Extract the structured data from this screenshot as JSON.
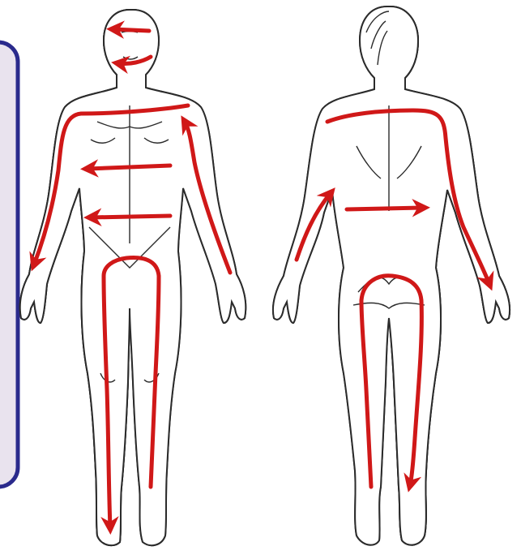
{
  "colors": {
    "background": "#ffffff",
    "panel_fill": "#e9e3ee",
    "panel_border": "#2a2a8c",
    "skin_shade": "#a9a9a9",
    "skin_light": "#ffffff",
    "outline": "#2b2b2b",
    "arrow": "#d01818"
  },
  "figures": [
    {
      "id": "front",
      "view": "front",
      "shaded_side": "left-half"
    },
    {
      "id": "back",
      "view": "back",
      "shaded_side": "right-half"
    }
  ],
  "icons": {
    "arrow_head": "arrow-head-icon"
  }
}
